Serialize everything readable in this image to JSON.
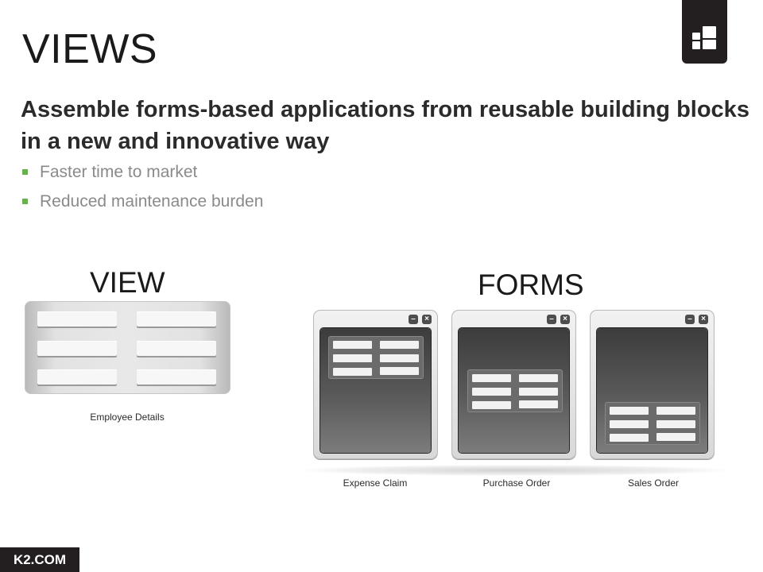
{
  "slide": {
    "title": "VIEWS",
    "subtitle": "Assemble forms-based applications from reusable building blocks in a new and innovative way",
    "bullets": [
      "Faster time to market",
      "Reduced maintenance burden"
    ]
  },
  "view_section": {
    "heading": "VIEW",
    "caption": "Employee Details"
  },
  "forms_section": {
    "heading": "FORMS",
    "captions": [
      "Expense Claim",
      "Purchase Order",
      "Sales Order"
    ]
  },
  "footer": {
    "brand": "K2.COM"
  },
  "icons": {
    "logo": "k2-logo-icon",
    "minimize": "minimize-icon",
    "close": "close-icon",
    "bullet": "square-bullet-icon"
  },
  "colors": {
    "bullet_accent": "#6ab04c",
    "dark_tile": "#231f20"
  }
}
